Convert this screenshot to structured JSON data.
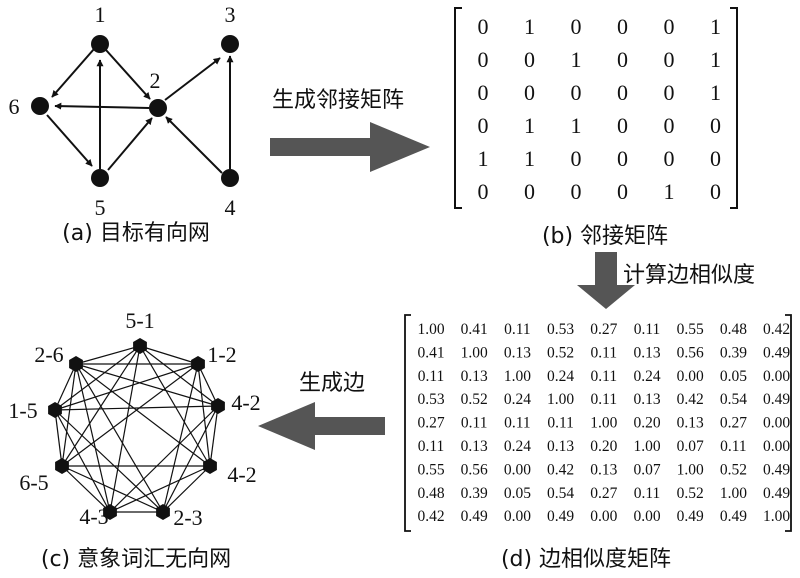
{
  "panel_a": {
    "caption": "(a) 目标有向网",
    "nodes": [
      "1",
      "2",
      "3",
      "4",
      "5",
      "6"
    ]
  },
  "arrow_ab_label": "生成邻接矩阵",
  "panel_b": {
    "caption": "(b) 邻接矩阵",
    "matrix": [
      [
        "0",
        "1",
        "0",
        "0",
        "0",
        "1"
      ],
      [
        "0",
        "0",
        "1",
        "0",
        "0",
        "1"
      ],
      [
        "0",
        "0",
        "0",
        "0",
        "0",
        "1"
      ],
      [
        "0",
        "1",
        "1",
        "0",
        "0",
        "0"
      ],
      [
        "1",
        "1",
        "0",
        "0",
        "0",
        "0"
      ],
      [
        "0",
        "0",
        "0",
        "0",
        "1",
        "0"
      ]
    ]
  },
  "arrow_bd_label": "计算边相似度",
  "panel_d": {
    "caption": "(d) 边相似度矩阵",
    "matrix": [
      [
        "1.00",
        "0.41",
        "0.11",
        "0.53",
        "0.27",
        "0.11",
        "0.55",
        "0.48",
        "0.42"
      ],
      [
        "0.41",
        "1.00",
        "0.13",
        "0.52",
        "0.11",
        "0.13",
        "0.56",
        "0.39",
        "0.49"
      ],
      [
        "0.11",
        "0.13",
        "1.00",
        "0.24",
        "0.11",
        "0.24",
        "0.00",
        "0.05",
        "0.00"
      ],
      [
        "0.53",
        "0.52",
        "0.24",
        "1.00",
        "0.11",
        "0.13",
        "0.42",
        "0.54",
        "0.49"
      ],
      [
        "0.27",
        "0.11",
        "0.11",
        "0.11",
        "1.00",
        "0.20",
        "0.13",
        "0.27",
        "0.00"
      ],
      [
        "0.11",
        "0.13",
        "0.24",
        "0.13",
        "0.20",
        "1.00",
        "0.07",
        "0.11",
        "0.00"
      ],
      [
        "0.55",
        "0.56",
        "0.00",
        "0.42",
        "0.13",
        "0.07",
        "1.00",
        "0.52",
        "0.49"
      ],
      [
        "0.48",
        "0.39",
        "0.05",
        "0.54",
        "0.27",
        "0.11",
        "0.52",
        "1.00",
        "0.49"
      ],
      [
        "0.42",
        "0.49",
        "0.00",
        "0.49",
        "0.00",
        "0.00",
        "0.49",
        "0.49",
        "1.00"
      ]
    ]
  },
  "arrow_dc_label": "生成边",
  "panel_c": {
    "caption": "(c) 意象词汇无向网",
    "nodes": [
      "5-1",
      "1-2",
      "4-2",
      "4-2",
      "2-3",
      "4-3",
      "6-5",
      "1-5",
      "2-6"
    ]
  }
}
